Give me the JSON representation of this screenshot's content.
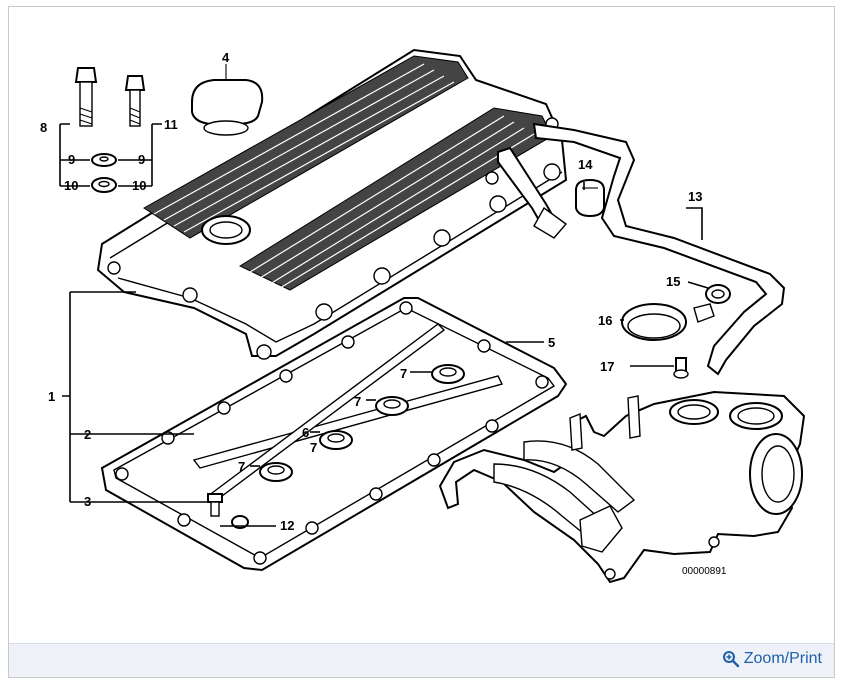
{
  "callouts": {
    "c1": "1",
    "c2": "2",
    "c3": "3",
    "c4": "4",
    "c5": "5",
    "c6": "6",
    "c7a": "7",
    "c7b": "7",
    "c7c": "7",
    "c7d": "7",
    "c8": "8",
    "c9a": "9",
    "c9b": "9",
    "c10a": "10",
    "c10b": "10",
    "c11": "11",
    "c12": "12",
    "c13": "13",
    "c14": "14",
    "c15": "15",
    "c16": "16",
    "c17": "17"
  },
  "diagram_code": "00000891",
  "footer": {
    "zoom_label": "Zoom/Print"
  },
  "colors": {
    "link": "#1f5fa8",
    "footer_bg": "#eef2f8",
    "border": "#c9c9c9"
  },
  "icons": {
    "zoom": "magnifier-plus-icon"
  }
}
